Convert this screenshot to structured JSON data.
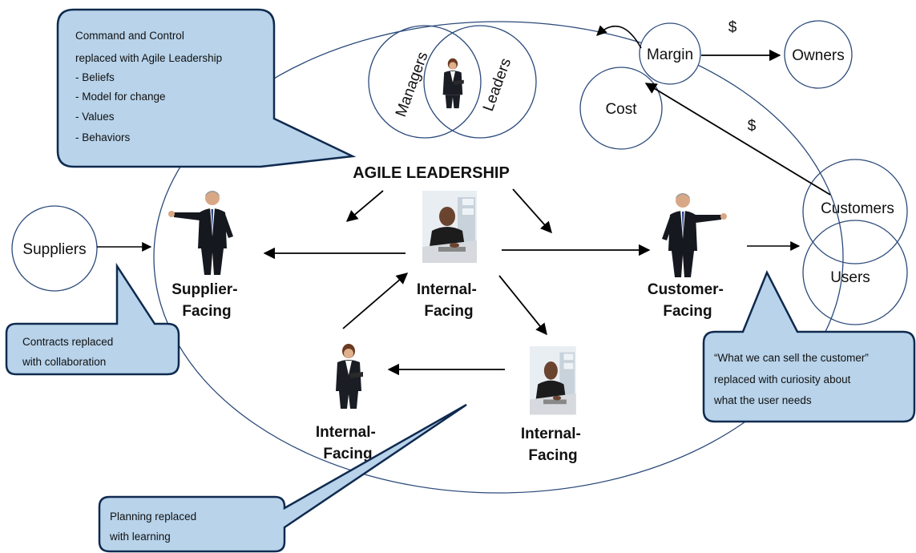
{
  "colors": {
    "line": "#2b4a7a",
    "callout_fill": "#b8d3ea",
    "callout_stroke": "#0f2a4f",
    "arrow": "#000000"
  },
  "venn": {
    "left": "Managers",
    "right": "Leaders"
  },
  "center_title": "AGILE LEADERSHIP",
  "circles": {
    "margin": "Margin",
    "cost": "Cost",
    "owners": "Owners",
    "customers": "Customers",
    "users": "Users",
    "suppliers": "Suppliers"
  },
  "dollar_1": "$",
  "dollar_2": "$",
  "figures": {
    "supplier_facing": [
      "Supplier-",
      "Facing"
    ],
    "internal_center": [
      "Internal-",
      "Facing"
    ],
    "customer_facing": [
      "Customer-",
      "Facing"
    ],
    "internal_bottom_left": [
      "Internal-",
      "Facing"
    ],
    "internal_bottom_right": [
      "Internal-",
      "Facing"
    ]
  },
  "callouts": {
    "top_left": [
      "Command and Control",
      "replaced with  Agile Leadership",
      "- Beliefs",
      "- Model for change",
      "- Values",
      "- Behaviors"
    ],
    "contracts": [
      "Contracts replaced",
      "with collaboration"
    ],
    "customer": [
      "“What we can sell the customer”",
      "replaced with curiosity about",
      "what the user needs"
    ],
    "planning": [
      "Planning replaced",
      "with learning"
    ]
  },
  "icons": {
    "man_pointing": "businessman-pointing-icon",
    "man_desk": "man-at-desk-icon",
    "woman_tablet": "businesswoman-tablet-icon"
  }
}
